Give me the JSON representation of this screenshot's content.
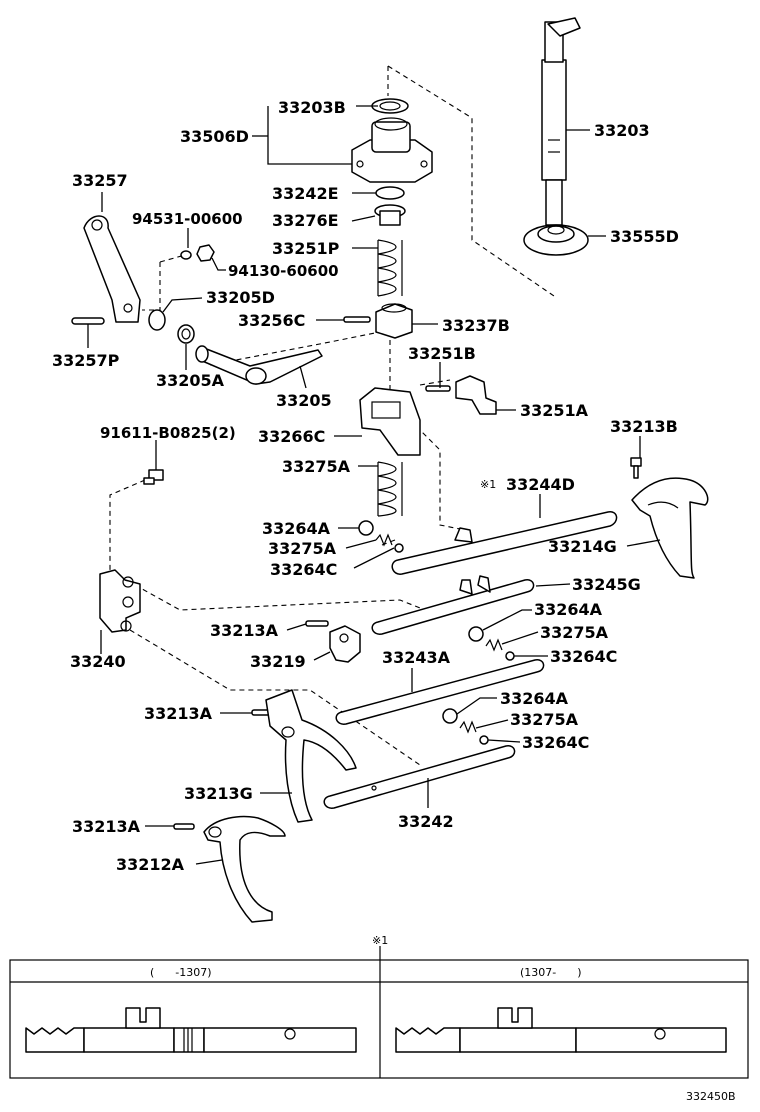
{
  "labels": {
    "p33203B": "33203B",
    "p33506D": "33506D",
    "p33203": "33203",
    "p33257": "33257",
    "p94531": "94531-00600",
    "p33242E": "33242E",
    "p33276E": "33276E",
    "p33251P": "33251P",
    "p94130": "94130-60600",
    "p33555D": "33555D",
    "p33205D": "33205D",
    "p33256C": "33256C",
    "p33237B": "33237B",
    "p33257P": "33257P",
    "p33205A": "33205A",
    "p33251B": "33251B",
    "p33205": "33205",
    "p33251A": "33251A",
    "p91611": "91611-B0825(2)",
    "p33266C": "33266C",
    "p33213B": "33213B",
    "p33275A_1": "33275A",
    "p33244D": "33244D",
    "p33244D_mark": "※1",
    "p33264A_1": "33264A",
    "p33275A_2": "33275A",
    "p33214G": "33214G",
    "p33264C_1": "33264C",
    "p33245G": "33245G",
    "p33264A_2": "33264A",
    "p33213A_1": "33213A",
    "p33275A_3": "33275A",
    "p33240": "33240",
    "p33219": "33219",
    "p33243A": "33243A",
    "p33264C_2": "33264C",
    "p33264A_3": "33264A",
    "p33213A_2": "33213A",
    "p33275A_4": "33275A",
    "p33264C_3": "33264C",
    "p33213G": "33213G",
    "p33242": "33242",
    "p33213A_3": "33213A",
    "p33212A": "33212A"
  },
  "variant_table": {
    "mark": "※1",
    "left_header": "(      -1307)",
    "right_header": "(1307-      )"
  },
  "figure_id": "332450B"
}
